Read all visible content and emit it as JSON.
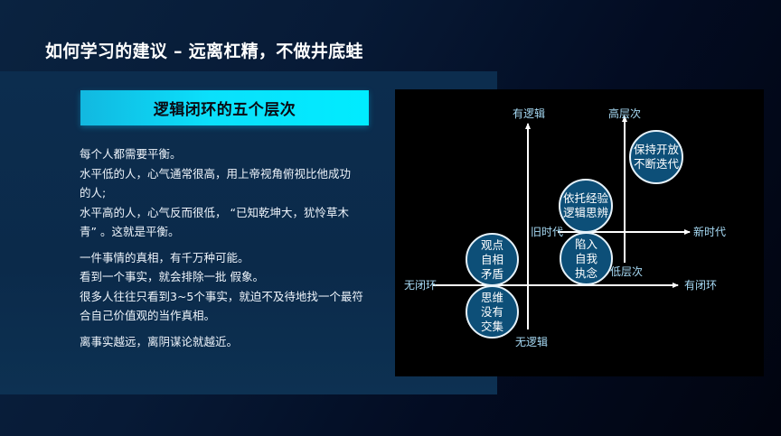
{
  "slide": {
    "title": "如何学习的建议 – 远离杠精，不做井底蛙"
  },
  "section": {
    "banner": "逻辑闭环的五个层次"
  },
  "body": {
    "paragraphs": [
      {
        "lines": [
          "每个人都需要平衡。",
          "水平低的人，心气通常很高，用上帝视角俯视比他成功",
          "的人;",
          "水平高的人，心气反而很低， “已知乾坤大，犹怜草木",
          "青” 。这就是平衡。"
        ]
      },
      {
        "lines": [
          "一件事情的真相，有千万种可能。",
          "看到一个事实，就会排除一批 假象。",
          "很多人往往只看到3~5个事实，就迫不及待地找一个最符",
          "合自己价值观的当作真相。"
        ]
      },
      {
        "lines": [
          "离事实越远，离阴谋论就越近。"
        ]
      }
    ]
  },
  "diagram": {
    "colors": {
      "background": "#000000",
      "circle_fill": "#0d4f78",
      "circle_border": "#e6f2fa",
      "axis": "#ffffff",
      "label": "#a8dcf7"
    },
    "axis_labels": {
      "logic_top": "有逻辑",
      "logic_bottom": "无逻辑",
      "loop_left": "无闭环",
      "loop_right": "有闭环",
      "era_left": "旧时代",
      "era_right": "新时代",
      "level_top": "高层次",
      "level_bottom": "低层次"
    },
    "circles": [
      {
        "id": "level-1",
        "lines": [
          "思维",
          "没有",
          "交集"
        ]
      },
      {
        "id": "level-2",
        "lines": [
          "观点",
          "自相",
          "矛盾"
        ]
      },
      {
        "id": "level-3",
        "lines": [
          "陷入",
          "自我",
          "执念"
        ]
      },
      {
        "id": "level-4",
        "lines": [
          "依托经验",
          "逻辑思辨"
        ]
      },
      {
        "id": "level-5",
        "lines": [
          "保持开放",
          "不断迭代"
        ]
      }
    ]
  }
}
